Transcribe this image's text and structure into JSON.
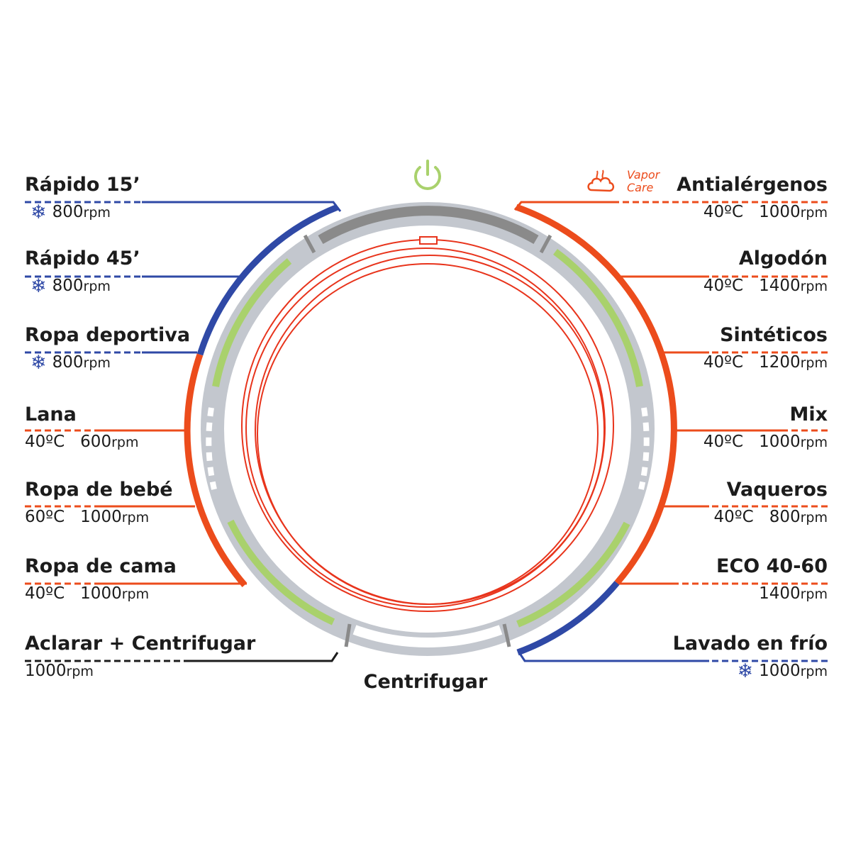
{
  "colors": {
    "orange": "#ec4c1c",
    "blue": "#2f49a6",
    "black": "#1c1c1c",
    "grey_ring": "#c3c7ce",
    "dark_grey": "#8a8a8a",
    "green": "#a9d16c"
  },
  "power_icon": "power-icon",
  "vapor_care": {
    "line1": "Vapor",
    "line2": "Care",
    "icon": "steam-cloud-icon"
  },
  "programs_left": [
    {
      "name": "Rápido 15’",
      "temp": "",
      "rpm": "800",
      "unit": "rpm",
      "cold": true,
      "line": "blue"
    },
    {
      "name": "Rápido 45’",
      "temp": "",
      "rpm": "800",
      "unit": "rpm",
      "cold": true,
      "line": "blue"
    },
    {
      "name": "Ropa deportiva",
      "temp": "",
      "rpm": "800",
      "unit": "rpm",
      "cold": true,
      "line": "blue"
    },
    {
      "name": "Lana",
      "temp": "40ºC",
      "rpm": "600",
      "unit": "rpm",
      "cold": false,
      "line": "orange"
    },
    {
      "name": "Ropa de bebé",
      "temp": "60ºC",
      "rpm": "1000",
      "unit": "rpm",
      "cold": false,
      "line": "orange"
    },
    {
      "name": "Ropa de cama",
      "temp": "40ºC",
      "rpm": "1000",
      "unit": "rpm",
      "cold": false,
      "line": "orange"
    },
    {
      "name": "Aclarar + Centrifugar",
      "temp": "",
      "rpm": "1000",
      "unit": "rpm",
      "cold": false,
      "line": "black"
    }
  ],
  "programs_right": [
    {
      "name": "Antialérgenos",
      "temp": "40ºC",
      "rpm": "1000",
      "unit": "rpm",
      "cold": false,
      "line": "orange"
    },
    {
      "name": "Algodón",
      "temp": "40ºC",
      "rpm": "1400",
      "unit": "rpm",
      "cold": false,
      "line": "orange"
    },
    {
      "name": "Sintéticos",
      "temp": "40ºC",
      "rpm": "1200",
      "unit": "rpm",
      "cold": false,
      "line": "orange"
    },
    {
      "name": "Mix",
      "temp": "40ºC",
      "rpm": "1000",
      "unit": "rpm",
      "cold": false,
      "line": "orange"
    },
    {
      "name": "Vaqueros",
      "temp": "40ºC",
      "rpm": "800",
      "unit": "rpm",
      "cold": false,
      "line": "orange"
    },
    {
      "name": "ECO 40-60",
      "temp": "",
      "rpm": "1400",
      "unit": "rpm",
      "cold": false,
      "line": "orange"
    },
    {
      "name": "Lavado en frío",
      "temp": "",
      "rpm": "1000",
      "unit": "rpm",
      "cold": true,
      "line": "blue"
    }
  ],
  "bottom_label": "Centrifugar",
  "snowflake_icon": "snowflake-icon"
}
